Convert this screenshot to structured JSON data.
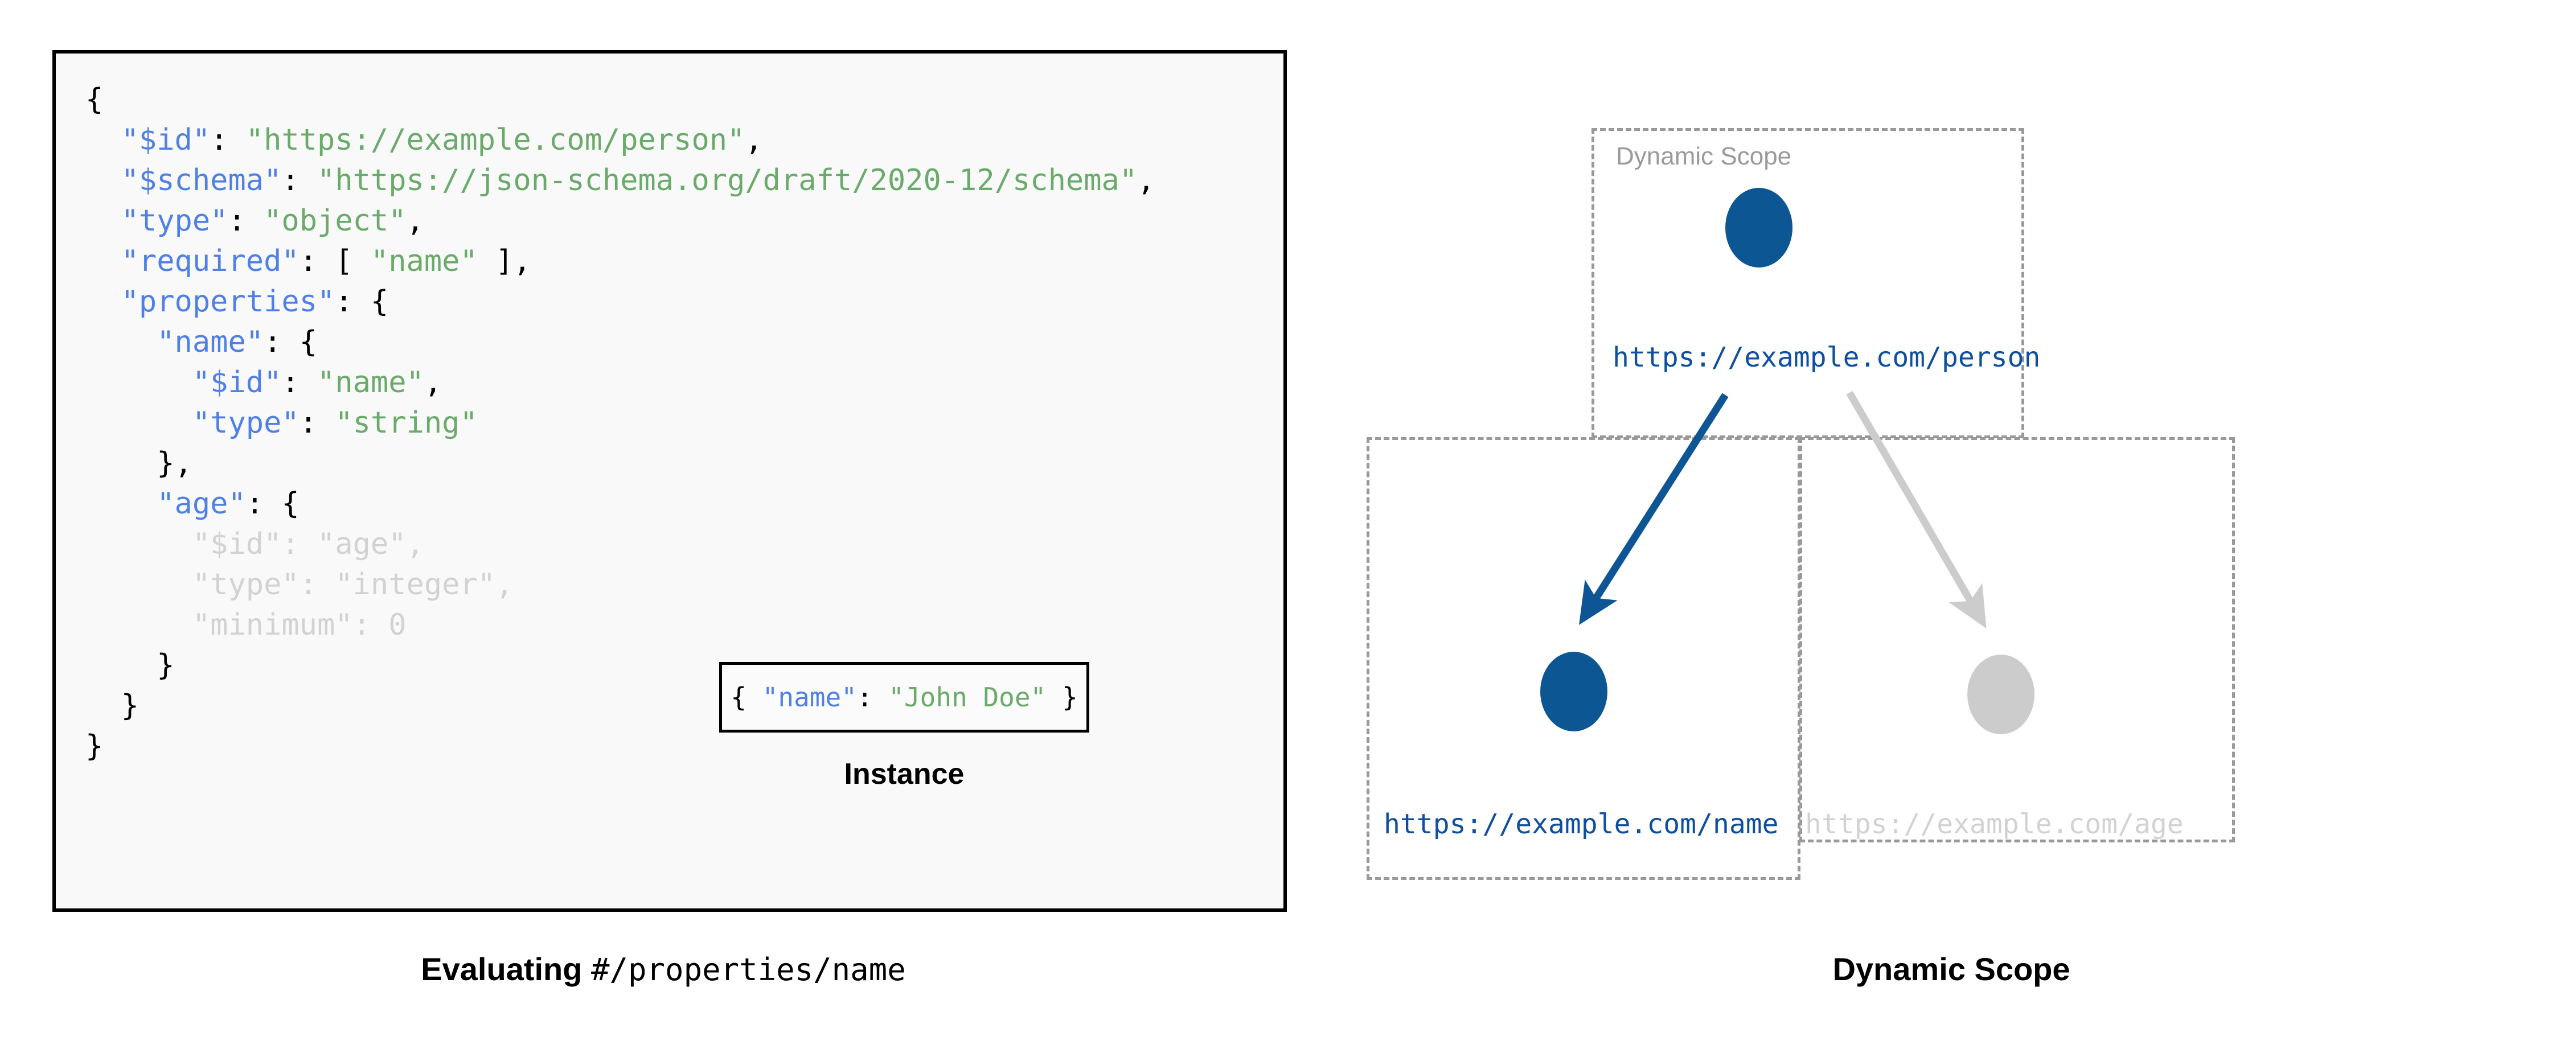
{
  "left": {
    "schema_code_lines": [
      [
        {
          "t": "{",
          "c": "punct"
        }
      ],
      [
        {
          "t": "  ",
          "c": "punct"
        },
        {
          "t": "\"$id\"",
          "c": "key"
        },
        {
          "t": ": ",
          "c": "punct"
        },
        {
          "t": "\"https://example.com/person\"",
          "c": "str"
        },
        {
          "t": ",",
          "c": "punct"
        }
      ],
      [
        {
          "t": "  ",
          "c": "punct"
        },
        {
          "t": "\"$schema\"",
          "c": "key"
        },
        {
          "t": ": ",
          "c": "punct"
        },
        {
          "t": "\"https://json-schema.org/draft/2020-12/schema\"",
          "c": "str"
        },
        {
          "t": ",",
          "c": "punct"
        }
      ],
      [
        {
          "t": "  ",
          "c": "punct"
        },
        {
          "t": "\"type\"",
          "c": "key"
        },
        {
          "t": ": ",
          "c": "punct"
        },
        {
          "t": "\"object\"",
          "c": "str"
        },
        {
          "t": ",",
          "c": "punct"
        }
      ],
      [
        {
          "t": "  ",
          "c": "punct"
        },
        {
          "t": "\"required\"",
          "c": "key"
        },
        {
          "t": ": [ ",
          "c": "punct"
        },
        {
          "t": "\"name\"",
          "c": "str"
        },
        {
          "t": " ],",
          "c": "punct"
        }
      ],
      [
        {
          "t": "  ",
          "c": "punct"
        },
        {
          "t": "\"properties\"",
          "c": "key"
        },
        {
          "t": ": {",
          "c": "punct"
        }
      ],
      [
        {
          "t": "    ",
          "c": "punct"
        },
        {
          "t": "\"name\"",
          "c": "key"
        },
        {
          "t": ": {",
          "c": "punct"
        }
      ],
      [
        {
          "t": "      ",
          "c": "punct"
        },
        {
          "t": "\"$id\"",
          "c": "key"
        },
        {
          "t": ": ",
          "c": "punct"
        },
        {
          "t": "\"name\"",
          "c": "str"
        },
        {
          "t": ",",
          "c": "punct"
        }
      ],
      [
        {
          "t": "      ",
          "c": "punct"
        },
        {
          "t": "\"type\"",
          "c": "key"
        },
        {
          "t": ": ",
          "c": "punct"
        },
        {
          "t": "\"string\"",
          "c": "str"
        }
      ],
      [
        {
          "t": "    },",
          "c": "punct"
        }
      ],
      [
        {
          "t": "    ",
          "c": "punct"
        },
        {
          "t": "\"age\"",
          "c": "key"
        },
        {
          "t": ": {",
          "c": "punct"
        }
      ],
      [
        {
          "t": "      ",
          "c": "faded"
        },
        {
          "t": "\"$id\"",
          "c": "faded"
        },
        {
          "t": ": ",
          "c": "faded"
        },
        {
          "t": "\"age\"",
          "c": "faded"
        },
        {
          "t": ",",
          "c": "faded"
        }
      ],
      [
        {
          "t": "      ",
          "c": "faded"
        },
        {
          "t": "\"type\"",
          "c": "faded"
        },
        {
          "t": ": ",
          "c": "faded"
        },
        {
          "t": "\"integer\"",
          "c": "faded"
        },
        {
          "t": ",",
          "c": "faded"
        }
      ],
      [
        {
          "t": "      ",
          "c": "faded"
        },
        {
          "t": "\"minimum\"",
          "c": "faded"
        },
        {
          "t": ": 0",
          "c": "faded"
        }
      ],
      [
        {
          "t": "    }",
          "c": "punct"
        }
      ],
      [
        {
          "t": "  }",
          "c": "punct"
        }
      ],
      [
        {
          "t": "}",
          "c": "punct"
        }
      ]
    ],
    "instance": {
      "code_parts": [
        {
          "t": "{ ",
          "c": "punct"
        },
        {
          "t": "\"name\"",
          "c": "key"
        },
        {
          "t": ": ",
          "c": "punct"
        },
        {
          "t": "\"John Doe\"",
          "c": "str"
        },
        {
          "t": " }",
          "c": "punct"
        }
      ],
      "caption": "Instance"
    },
    "caption_bold": "Evaluating ",
    "caption_mono": "#/properties/name"
  },
  "right": {
    "scope_root_label": "Dynamic Scope",
    "nodes": [
      {
        "id": "person",
        "label": "https://example.com/person",
        "color": "#0b5693",
        "active": true
      },
      {
        "id": "name",
        "label": "https://example.com/name",
        "color": "#0b5693",
        "active": true
      },
      {
        "id": "age",
        "label": "https://example.com/age",
        "color": "#cccccc",
        "active": false
      }
    ],
    "edges": [
      {
        "from": "person",
        "to": "name",
        "color": "#0e5596"
      },
      {
        "from": "person",
        "to": "age",
        "color": "#cccccc"
      }
    ],
    "caption": "Dynamic Scope"
  },
  "colors": {
    "accent_blue": "#0b5693",
    "link_blue": "#0e4f9e",
    "key_blue": "#5080e6",
    "string_green": "#6aaa6a",
    "faded_grey": "#d2d2d2",
    "dashed_border": "#999999",
    "code_bg": "#f9f9f9"
  }
}
